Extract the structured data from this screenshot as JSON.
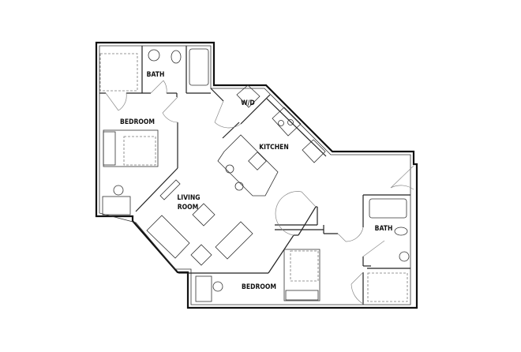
{
  "rooms": {
    "bath_1": "BATH",
    "bedroom_1": "BEDROOM",
    "wd": "W/D",
    "kitchen": "KITCHEN",
    "living_line1": "LIVING",
    "living_line2": "ROOM",
    "bath_2": "BATH",
    "bedroom_2": "BEDROOM"
  }
}
